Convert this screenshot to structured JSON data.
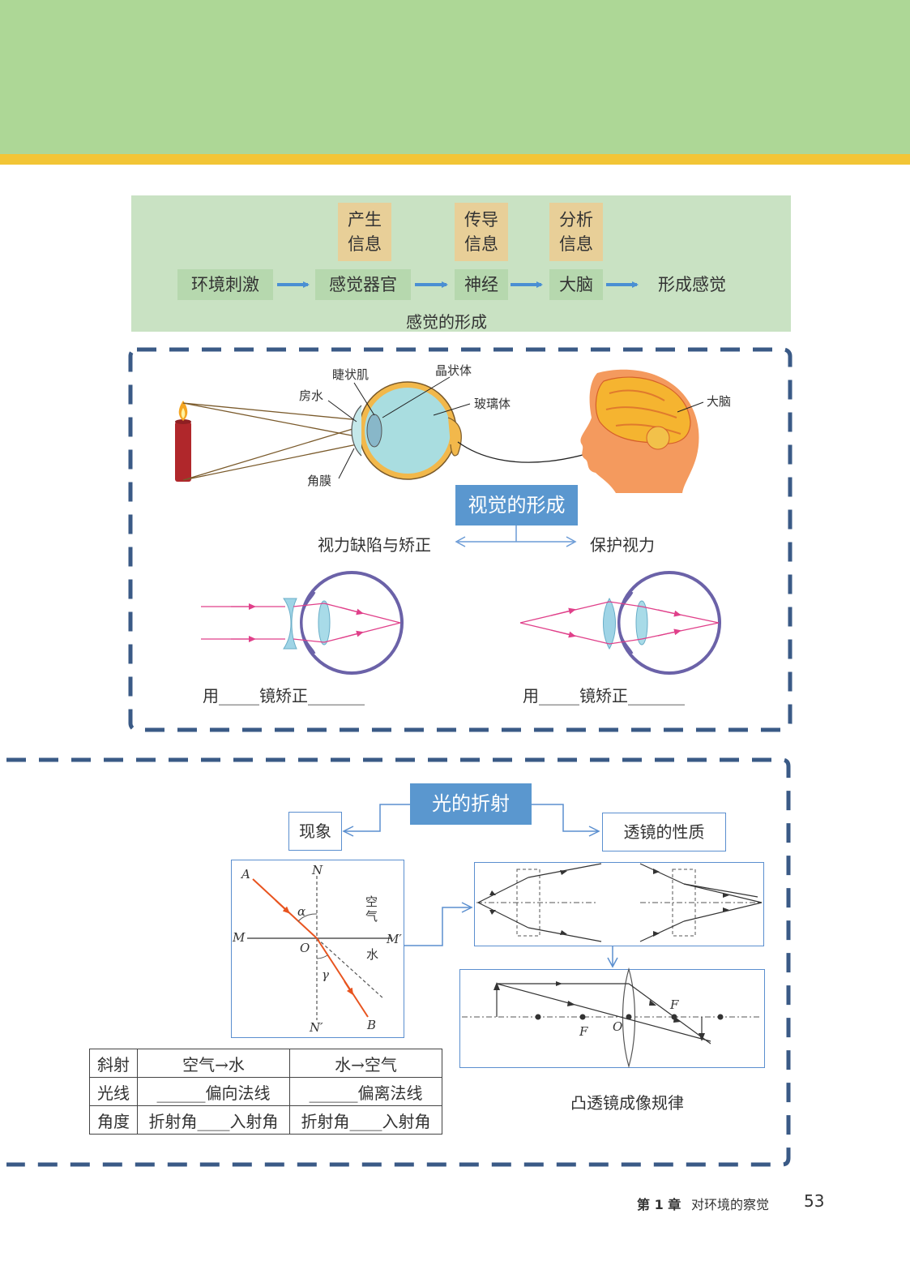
{
  "colors": {
    "header_green": "#add796",
    "header_stripe": "#f2c536",
    "panel_green": "#c9e2c3",
    "tag_tan": "#e8cf98",
    "node_green": "#b6d8ae",
    "arrow_blue": "#4a8fd3",
    "dash_blue": "#3a5a86",
    "title_blue": "#5a97cf"
  },
  "flow": {
    "tags": [
      "产生\n信息",
      "传导\n信息",
      "分析\n信息"
    ],
    "nodes": [
      "环境刺激",
      "感觉器官",
      "神经",
      "大脑"
    ],
    "result": "形成感觉",
    "caption": "感觉的形成"
  },
  "vision": {
    "labels": {
      "ciliary": "睫状肌",
      "lens": "晶状体",
      "aqueous": "房水",
      "vitreous": "玻璃体",
      "cornea": "角膜",
      "brain": "大脑"
    },
    "title": "视觉的形成",
    "left_branch": "视力缺陷与矫正",
    "right_branch": "保护视力",
    "fill_left": "用_____镜矫正_______",
    "fill_right": "用_____镜矫正_______"
  },
  "refraction": {
    "title": "光的折射",
    "left_box": "现象",
    "right_box": "透镜的性质",
    "diagram_labels": {
      "A": "A",
      "N": "N",
      "alpha": "α",
      "air": "空\n气",
      "M": "M",
      "O": "O",
      "M_prime": "M′",
      "water": "水",
      "gamma": "γ",
      "N_prime": "N′",
      "B": "B"
    },
    "lens_labels": {
      "F_top": "F",
      "F_bottom": "F",
      "O": "O"
    },
    "lens_caption": "凸透镜成像规律",
    "table": [
      [
        "斜射",
        "空气→水",
        "水→空气"
      ],
      [
        "光线",
        "______偏向法线",
        "______偏离法线"
      ],
      [
        "角度",
        "折射角____入射角",
        "折射角____入射角"
      ]
    ]
  },
  "footer": {
    "chapter": "第 1 章",
    "chapter_title": "对环境的察觉",
    "page_number": "53"
  }
}
